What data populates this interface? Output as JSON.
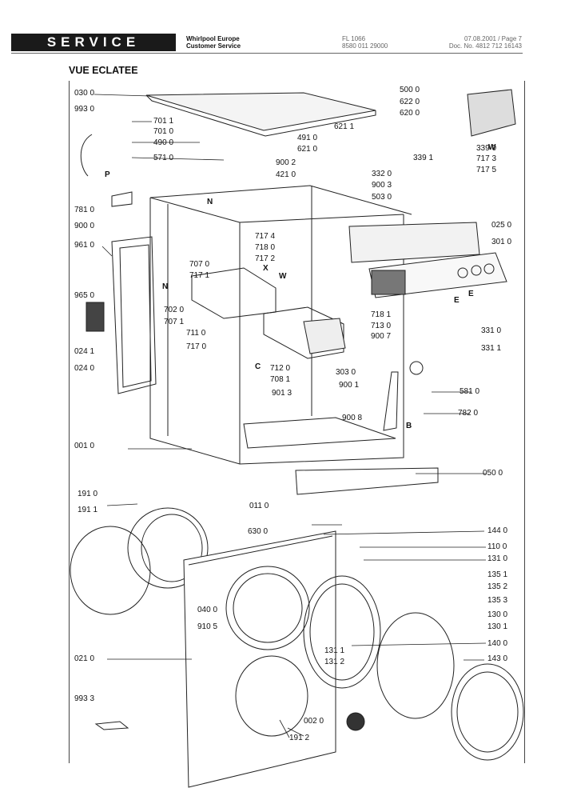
{
  "header": {
    "banner": "SERVICE",
    "company": "Whirlpool Europe",
    "department": "Customer Service",
    "model": "FL 1066",
    "part_no": "8580 011 29000",
    "date_page": "07.08.2001 / Page 7",
    "doc_no": "Doc. No. 4812 712 16143"
  },
  "section_title": "VUE ECLATEE",
  "markers": [
    "P",
    "N",
    "X",
    "W",
    "N",
    "E",
    "E",
    "C",
    "B",
    "W"
  ],
  "labels": [
    "030 0",
    "993 0",
    "701 1",
    "701 0",
    "490 0",
    "571 0",
    "781 0",
    "900 0",
    "961 0",
    "965 0",
    "024 1",
    "024 0",
    "001 0",
    "191 0",
    "191 1",
    "021 0",
    "993 3",
    "707 0",
    "717 1",
    "702 0",
    "707 1",
    "711 0",
    "717 0",
    "491 0",
    "621 0",
    "621 1",
    "900 2",
    "421 0",
    "717 4",
    "718 0",
    "717 2",
    "712 0",
    "708 1",
    "901 3",
    "303 0",
    "900 8",
    "011 0",
    "630 0",
    "040 0",
    "910 5",
    "002 0",
    "191 2",
    "500 0",
    "622 0",
    "620 0",
    "339 0",
    "339 1",
    "717 3",
    "717 5",
    "332 0",
    "900 3",
    "503 0",
    "025 0",
    "301 0",
    "331 0",
    "331 1",
    "718 1",
    "713 0",
    "900 7",
    "581 0",
    "782 0",
    "900 1",
    "050 0",
    "144 0",
    "110 0",
    "131 0",
    "135 1",
    "135 2",
    "135 3",
    "130 0",
    "130 1",
    "140 0",
    "143 0",
    "131 1",
    "131 2"
  ]
}
